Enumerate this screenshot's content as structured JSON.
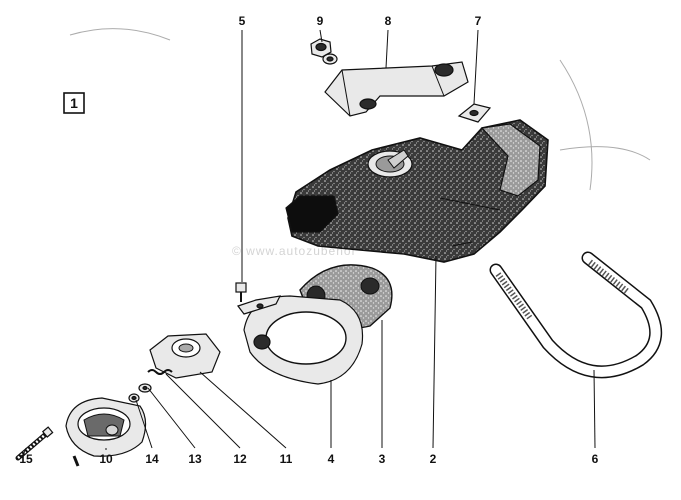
{
  "figure": {
    "frame_label": "1",
    "watermark": "© www.autozubehör",
    "parts": [
      {
        "id": "p2",
        "label": "2"
      },
      {
        "id": "p3",
        "label": "3"
      },
      {
        "id": "p4",
        "label": "4"
      },
      {
        "id": "p5",
        "label": "5"
      },
      {
        "id": "p6",
        "label": "6"
      },
      {
        "id": "p7",
        "label": "7"
      },
      {
        "id": "p8",
        "label": "8"
      },
      {
        "id": "p9",
        "label": "9"
      },
      {
        "id": "p10",
        "label": "10"
      },
      {
        "id": "p11",
        "label": "11"
      },
      {
        "id": "p12",
        "label": "12"
      },
      {
        "id": "p13",
        "label": "13"
      },
      {
        "id": "p14",
        "label": "14"
      },
      {
        "id": "p15",
        "label": "15"
      }
    ]
  }
}
